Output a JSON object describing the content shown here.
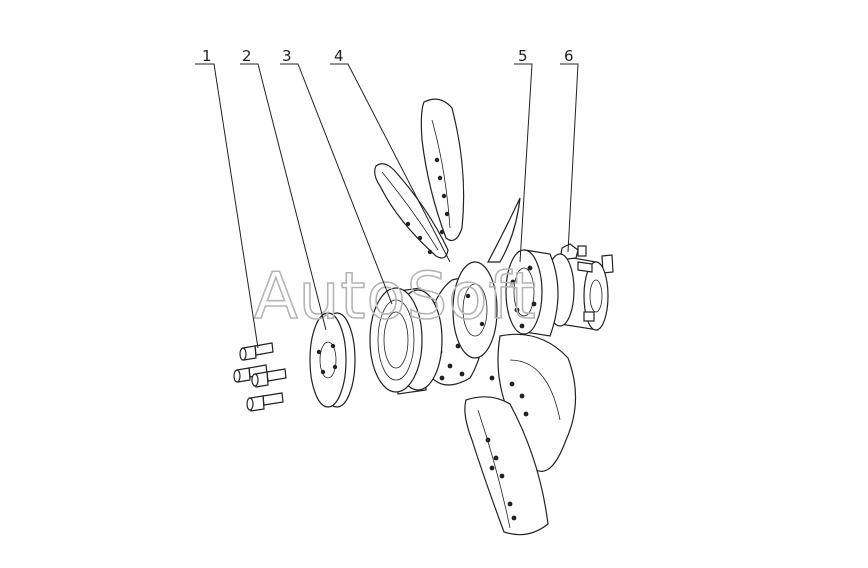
{
  "callouts": [
    {
      "id": "1",
      "label": "1"
    },
    {
      "id": "2",
      "label": "2"
    },
    {
      "id": "3",
      "label": "3"
    },
    {
      "id": "4",
      "label": "4"
    },
    {
      "id": "5",
      "label": "5"
    },
    {
      "id": "6",
      "label": "6"
    }
  ],
  "watermark": "AutoSoft",
  "colors": {
    "line": "#222222",
    "watermark": "#b5b5b5",
    "background": "#ffffff"
  }
}
